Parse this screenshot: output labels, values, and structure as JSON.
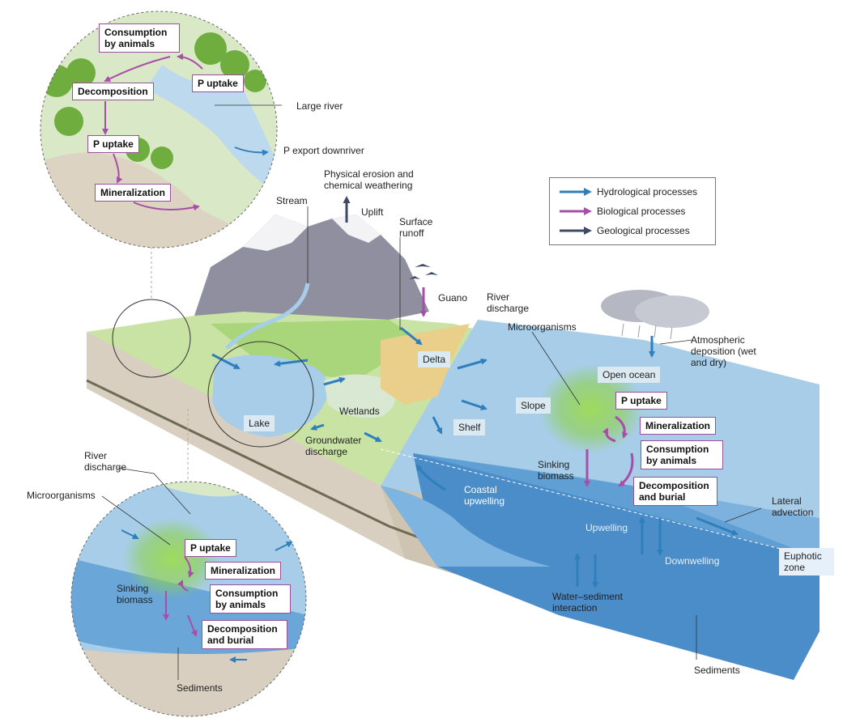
{
  "legend": {
    "hydrological": "Hydrological processes",
    "biological": "Biological processes",
    "geological": "Geological processes"
  },
  "colors": {
    "hydrological": "#2f7fbd",
    "biological": "#a94ea8",
    "geological": "#3c4a66"
  },
  "top_inset": {
    "consumption": "Consumption by animals",
    "decomposition": "Decomposition",
    "p_uptake_right": "P uptake",
    "p_uptake_left": "P uptake",
    "mineralization": "Mineralization",
    "large_river": "Large river",
    "p_export": "P export downriver"
  },
  "landscape": {
    "physical_erosion": "Physical erosion and chemical weathering",
    "stream": "Stream",
    "uplift": "Uplift",
    "surface_runoff": "Surface runoff",
    "guano": "Guano",
    "river_discharge": "River discharge",
    "microorganisms": "Microorganisms",
    "atmospheric": "Atmospheric deposition (wet and dry)",
    "delta": "Delta",
    "open_ocean": "Open ocean",
    "slope": "Slope",
    "lake": "Lake",
    "wetlands": "Wetlands",
    "shelf": "Shelf",
    "groundwater": "Groundwater discharge",
    "coastal_upwelling": "Coastal upwelling",
    "sinking_biomass": "Sinking biomass",
    "upwelling": "Upwelling",
    "downwelling": "Downwelling",
    "lateral_advection": "Lateral advection",
    "euphotic_zone": "Euphotic zone",
    "water_sediment": "Water–sediment interaction",
    "sediments": "Sediments"
  },
  "ocean_cycle": {
    "p_uptake": "P uptake",
    "mineralization": "Mineralization",
    "consumption": "Consumption by animals",
    "decomposition": "Decomposition and burial"
  },
  "bottom_inset": {
    "river_discharge": "River discharge",
    "microorganisms": "Microorganisms",
    "p_uptake": "P uptake",
    "mineralization": "Mineralization",
    "consumption": "Consumption by animals",
    "sinking_biomass": "Sinking biomass",
    "decomposition": "Decomposition and burial",
    "sediments": "Sediments"
  }
}
